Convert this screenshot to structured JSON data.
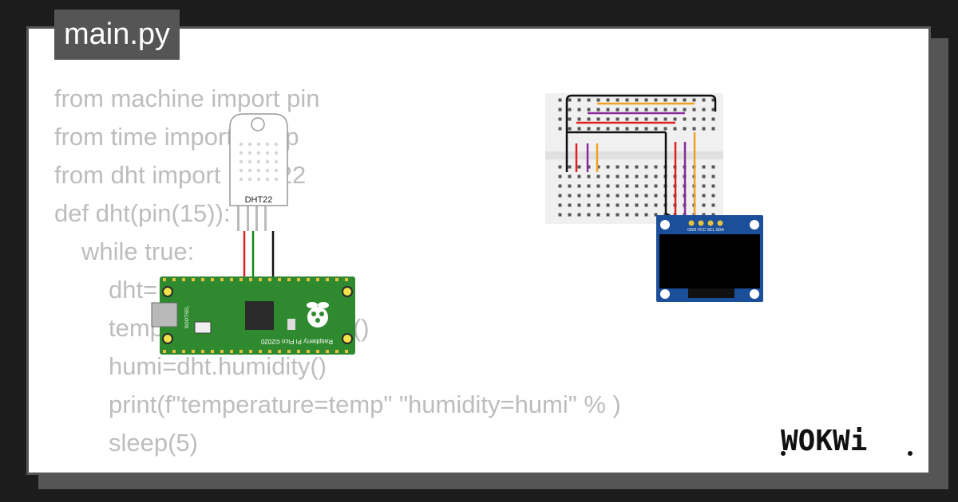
{
  "file_tab": {
    "label": "main.py"
  },
  "code": {
    "lines": [
      "from machine import pin",
      "from time import sleep",
      "from dht import DHT22",
      "def dht(pin(15)):",
      "while true:",
      "dht=DHT22(pin(15))",
      "temp=dht.temperature()",
      "humi=dht.humidity()",
      "print(f\"temperature=temp\" \"humidity=humi\" % )",
      "sleep(5)"
    ]
  },
  "sensor": {
    "label": "DHT22"
  },
  "pico": {
    "label": "Raspberry Pi Pico ©2020",
    "bootsel_label": "BOOTSEL"
  },
  "oled": {
    "pin_labels": "GND VCC SCL SDA"
  },
  "brand": {
    "logo_text": "WOKWi"
  },
  "colors": {
    "wire_red": "#e02020",
    "wire_green": "#138a13",
    "wire_black": "#111111",
    "wire_purple": "#8a2a9a",
    "wire_orange": "#f0a020",
    "pico_green": "#2f8a2f",
    "oled_blue": "#1c4f9a"
  },
  "icons": [
    "raspberry-logo-icon",
    "wokwi-logo-icon"
  ]
}
